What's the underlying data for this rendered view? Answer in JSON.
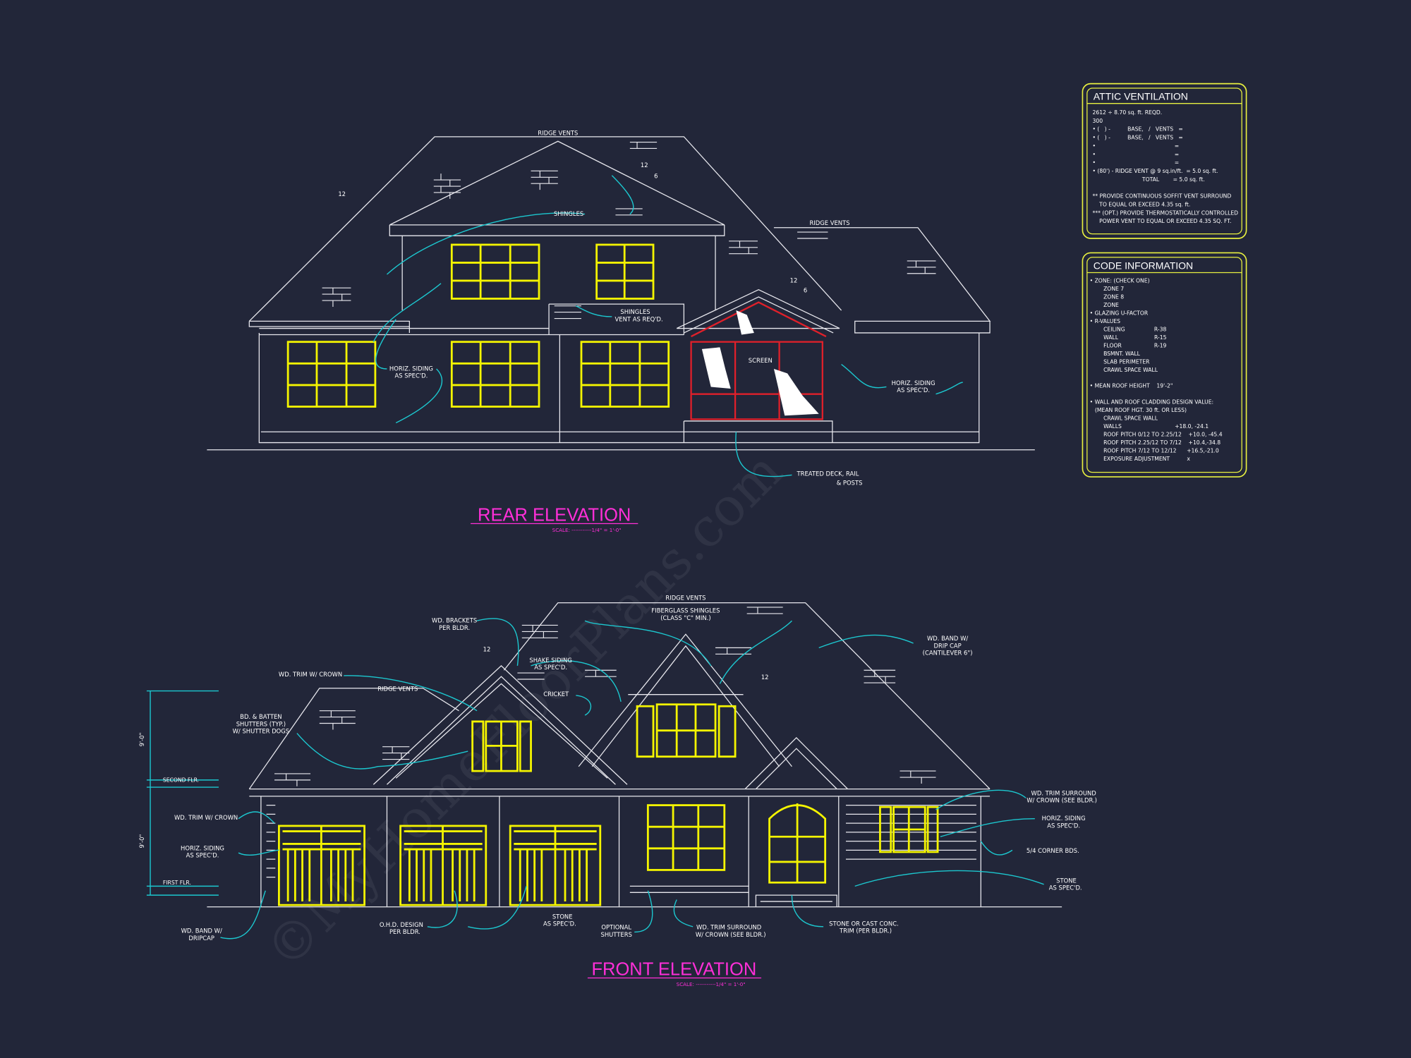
{
  "colors": {
    "background": "#222639",
    "linework": "#e8e8ee",
    "windows": "#f4f400",
    "leaders": "#1cc7cf",
    "titles": "#ff2fd8",
    "screen": "#e0202a",
    "note_boxes": "#e8f040"
  },
  "watermark": "©MyHomeFloorPlans.com",
  "rear": {
    "title": "REAR ELEVATION",
    "scale": "SCALE: -----------1/4\" = 1'-0\"",
    "labels": {
      "ridge_vents": "RIDGE VENTS",
      "shingles": "SHINGLES",
      "shingles_vent_1": "SHINGLES",
      "shingles_vent_2": "VENT AS REQ'D.",
      "siding_left_1": "HORIZ. SIDING",
      "siding_left_2": "AS SPEC'D.",
      "screen": "SCREEN",
      "ridge_vents_right": "RIDGE VENTS",
      "siding_right_1": "HORIZ. SIDING",
      "siding_right_2": "AS SPEC'D.",
      "deck_1": "TREATED DECK, RAIL",
      "deck_2": "& POSTS",
      "pitch_12": "12",
      "pitch_6": "6"
    }
  },
  "front": {
    "title": "FRONT ELEVATION",
    "scale": "SCALE: -----------1/4\" = 1'-0\"",
    "labels": {
      "ridge_vents_top": "RIDGE VENTS",
      "fiberglass_1": "FIBERGLASS SHINGLES",
      "fiberglass_2": "(CLASS \"C\" MIN.)",
      "brackets_1": "WD. BRACKETS",
      "brackets_2": "PER BLDR.",
      "band_drip_1": "WD. BAND W/",
      "band_drip_2": "DRIP CAP",
      "band_drip_3": "(CANTILEVER 6\")",
      "trim_crown_top": "WD. TRIM W/ CROWN",
      "shake_1": "SHAKE SIDING",
      "shake_2": "AS SPEC'D.",
      "ridge_vents_left": "RIDGE VENTS",
      "cricket": "CRICKET",
      "shutters_1": "BD. & BATTEN",
      "shutters_2": "SHUTTERS (TYP.)",
      "shutters_3": "W/ SHUTTER DOGS",
      "second_flr": "SECOND FLR.",
      "first_flr": "FIRST FLR.",
      "dim_upper": "9'-0\"",
      "dim_lower": "9'-0\"",
      "trim_crown_left": "WD. TRIM W/ CROWN",
      "siding_left_1": "HORIZ. SIDING",
      "siding_left_2": "AS SPEC'D.",
      "band_dripcap_1": "WD. BAND W/",
      "band_dripcap_2": "DRIPCAP",
      "ohd_1": "O.H.D. DESIGN",
      "ohd_2": "PER BLDR.",
      "stone_1": "STONE",
      "stone_2": "AS SPEC'D.",
      "optional_1": "OPTIONAL",
      "optional_2": "SHUTTERS",
      "trim_surround_1": "WD. TRIM SURROUND",
      "trim_surround_2": "W/ CROWN (SEE BLDR.)",
      "stone_cast_1": "STONE OR CAST CONC.",
      "stone_cast_2": "TRIM (PER BLDR.)",
      "right_trim_1": "WD. TRIM SURROUND",
      "right_trim_2": "W/ CROWN (SEE BLDR.)",
      "right_siding_1": "HORIZ. SIDING",
      "right_siding_2": "AS SPEC'D.",
      "corner_bds": "5/4 CORNER BDS.",
      "right_stone_1": "STONE",
      "right_stone_2": "AS SPEC'D.",
      "pitch_12": "12"
    }
  },
  "attic_ventilation": {
    "title": "ATTIC VENTILATION",
    "lines": [
      "2612 ÷ 8.70 sq. ft. REQD.",
      "300",
      "• (   ) -          BASE,   /   VENTS   =",
      "• (   ) -          BASE,   /   VENTS   =",
      "•                                              =",
      "•                                              =",
      "•                                              =",
      "• (80') - RIDGE VENT @ 9 sq.in/ft.  = 5.0 sq. ft.",
      "                             TOTAL        = 5.0 sq. ft.",
      "",
      "** PROVIDE CONTINUOUS SOFFIT VENT SURROUND",
      "    TO EQUAL OR EXCEED 4.35 sq. ft.",
      "*** (OPT.) PROVIDE THERMOSTATICALLY CONTROLLED",
      "    POWER VENT TO EQUAL OR EXCEED 4.35 SQ. FT."
    ]
  },
  "code_information": {
    "title": "CODE INFORMATION",
    "lines": [
      "• ZONE: (CHECK ONE)",
      "        ZONE 7",
      "        ZONE 8",
      "        ZONE",
      "• GLAZING U-FACTOR",
      "• R-VALUES",
      "        CEILING                 R-38",
      "        WALL                     R-15",
      "        FLOOR                   R-19",
      "        BSMNT. WALL",
      "        SLAB PERIMETER",
      "        CRAWL SPACE WALL",
      "",
      "• MEAN ROOF HEIGHT    19'-2\"",
      "",
      "• WALL AND ROOF CLADDING DESIGN VALUE:",
      "   (MEAN ROOF HGT. 30 ft. OR LESS)",
      "        CRAWL SPACE WALL",
      "        WALLS                               +18.0, -24.1",
      "        ROOF PITCH 0/12 TO 2.25/12    +10.0, -45.4",
      "        ROOF PITCH 2.25/12 TO 7/12    +10.4,-34.8",
      "        ROOF PITCH 7/12 TO 12/12      +16.5,-21.0",
      "        EXPOSURE ADJUSTMENT          x"
    ]
  }
}
